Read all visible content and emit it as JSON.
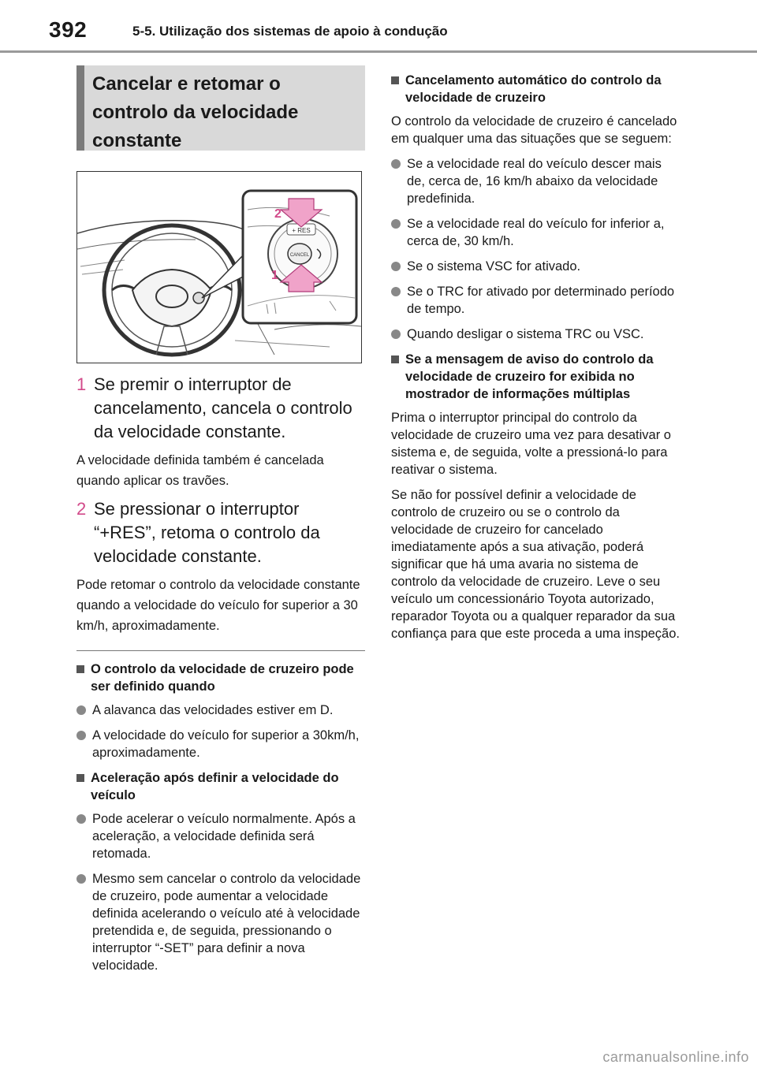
{
  "header": {
    "page_number": "392",
    "section": "5-5. Utilização dos sistemas de apoio à condução"
  },
  "left": {
    "title": "Cancelar e retomar o controlo da velocidade constante",
    "figure": {
      "label_1": "1",
      "label_2": "2",
      "btn_res": "+ RES",
      "btn_cancel": "CANCEL"
    },
    "steps": [
      {
        "num": "1",
        "text": "Se premir o interruptor de cancelamento, cancela o controlo da velocidade constante.",
        "note": "A velocidade definida também é cancelada quando aplicar os travões."
      },
      {
        "num": "2",
        "text": "Se pressionar o interruptor “+RES”, retoma o controlo da velocidade constante.",
        "note": "Pode retomar o controlo da velocidade constante quando a velocidade do veículo for superior a 30 km/h, aproximadamente."
      }
    ],
    "sections": [
      {
        "heading": "O controlo da velocidade de cruzeiro pode ser definido quando",
        "bullets": [
          "A alavanca das velocidades estiver em D.",
          "A velocidade do veículo for superior a 30km/h, aproximadamente."
        ]
      },
      {
        "heading": "Aceleração após definir a velocidade do veículo",
        "bullets": [
          "Pode acelerar o veículo normalmente. Após a aceleração, a velocidade definida será retomada.",
          "Mesmo sem cancelar o controlo da velocidade de cruzeiro, pode aumentar a velocidade definida acelerando o veículo até à velocidade pretendida e, de seguida, pressionando o interruptor “-SET” para definir a nova velocidade."
        ]
      }
    ]
  },
  "right": {
    "sections": [
      {
        "heading": "Cancelamento automático do controlo da velocidade de cruzeiro",
        "intro": "O controlo da velocidade de cruzeiro é cancelado em qualquer uma das situações que se seguem:",
        "bullets": [
          "Se a velocidade real do veículo descer mais de, cerca de, 16 km/h abaixo da velocidade predefinida.",
          "Se a velocidade real do veículo for inferior a, cerca de, 30 km/h.",
          "Se o sistema VSC for ativado.",
          "Se o TRC for ativado por determinado período de tempo.",
          "Quando desligar o sistema TRC ou VSC."
        ]
      },
      {
        "heading": "Se a mensagem de aviso do controlo da velocidade de cruzeiro for exibida no mostrador de informações múltiplas",
        "paragraphs": [
          "Prima o interruptor principal do controlo da velocidade de cruzeiro uma vez para desativar o sistema e, de seguida, volte a pressioná-lo para reativar o sistema.",
          "Se não for possível definir a velocidade de controlo de cruzeiro ou se o controlo da velocidade de cruzeiro for cancelado imediatamente após a sua ativação, poderá significar que há uma avaria no sistema de controlo da velocidade de cruzeiro. Leve o seu veículo um concessionário Toyota autorizado, reparador Toyota ou a qualquer reparador da sua confiança para que este proceda a uma inspeção."
        ]
      }
    ]
  },
  "footer": {
    "watermark": "carmanualsonline.info"
  }
}
